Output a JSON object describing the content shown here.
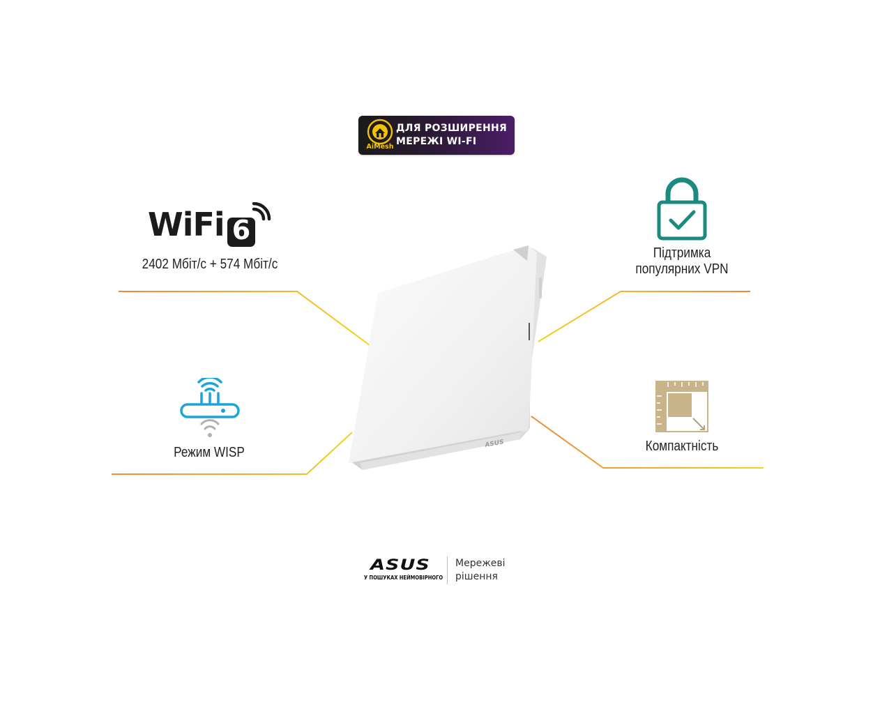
{
  "badge": {
    "icon_label": "AiMesh",
    "line1": "ДЛЯ РОЗШИРЕННЯ",
    "line2": "МЕРЕЖІ WI-FI"
  },
  "features": {
    "wifi": {
      "logo_word": "WiFi",
      "logo_number": "6",
      "speed": "2402 Мбіт/с + 574 Мбіт/с"
    },
    "wisp": {
      "label": "Режим WISP"
    },
    "vpn": {
      "line1": "Підтримка",
      "line2": "популярних VPN"
    },
    "compact": {
      "label": "Компактність"
    }
  },
  "router": {
    "brand_mark": "ASUS"
  },
  "footer": {
    "logo": "ASUS",
    "tagline": "У ПОШУКАХ НЕЙМОВІРНОГО",
    "subtitle_line1": "Мережеві",
    "subtitle_line2": "рішення"
  },
  "colors": {
    "line_orange": "#ef8a3c",
    "line_yellow": "#f2d21a",
    "wisp_blue": "#1ba3dc",
    "vpn_teal": "#1b8a7f",
    "compact_tan": "#c9b48a",
    "badge_gold": "#f2c300"
  },
  "icons": {
    "badge": "aimesh-house-icon",
    "wisp": "wireless-router-icon",
    "vpn": "padlock-check-icon",
    "compact": "compact-square-icon"
  }
}
